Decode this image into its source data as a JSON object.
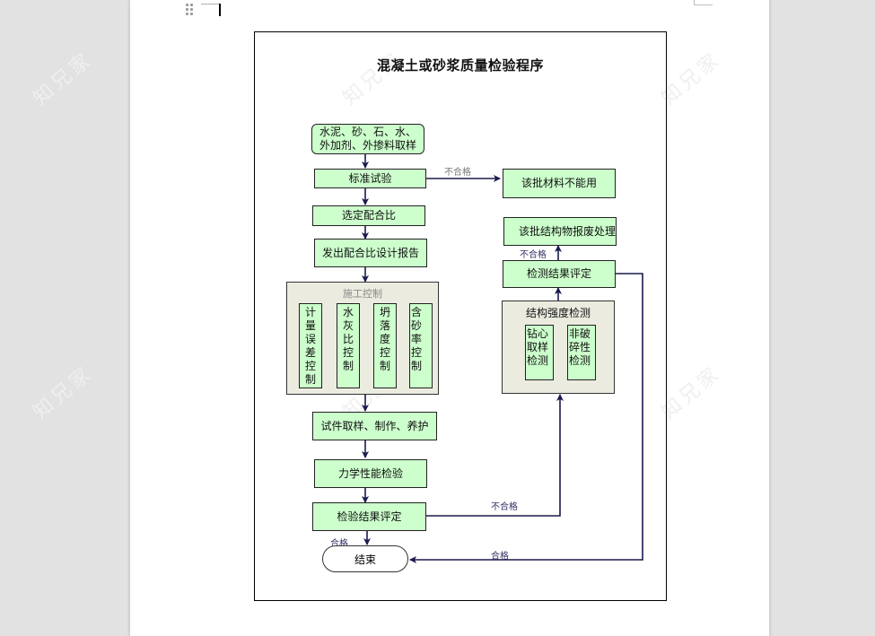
{
  "editor": {
    "drag_handle_icon": "six-dot-drag-handle",
    "cursor": "text-cursor"
  },
  "watermark": "知兄家",
  "flowchart": {
    "title": "混凝土或砂浆质量检验程序",
    "nodes": {
      "sampling": "水泥、砂、石、水、\n外加剂、外掺料取样",
      "standard_test": "标准试验",
      "batch_unusable": "该批材料不能用",
      "select_mix": "选定配合比",
      "mix_report": "发出配合比设计报告",
      "construction_control": {
        "title": "施工控制",
        "items": [
          "计量误差控制",
          "水灰比控制",
          "坍落度控制",
          "含砂率控制"
        ]
      },
      "specimen": "试件取样、制作、养护",
      "mechanical_test": "力学性能检验",
      "result_eval": "检验结果评定",
      "end": "结束",
      "strength_test": {
        "title": "结构强度检测",
        "items": [
          "钻心取样检测",
          "非破碎性检测"
        ]
      },
      "test_result_eval": "检测结果评定",
      "structure_scrap": "该批结构物报废处理"
    },
    "edge_labels": {
      "fail_standard": "不合格",
      "fail_structure": "不合格",
      "fail_result": "不合格",
      "pass_result": "合格",
      "pass_test": "合格"
    }
  }
}
